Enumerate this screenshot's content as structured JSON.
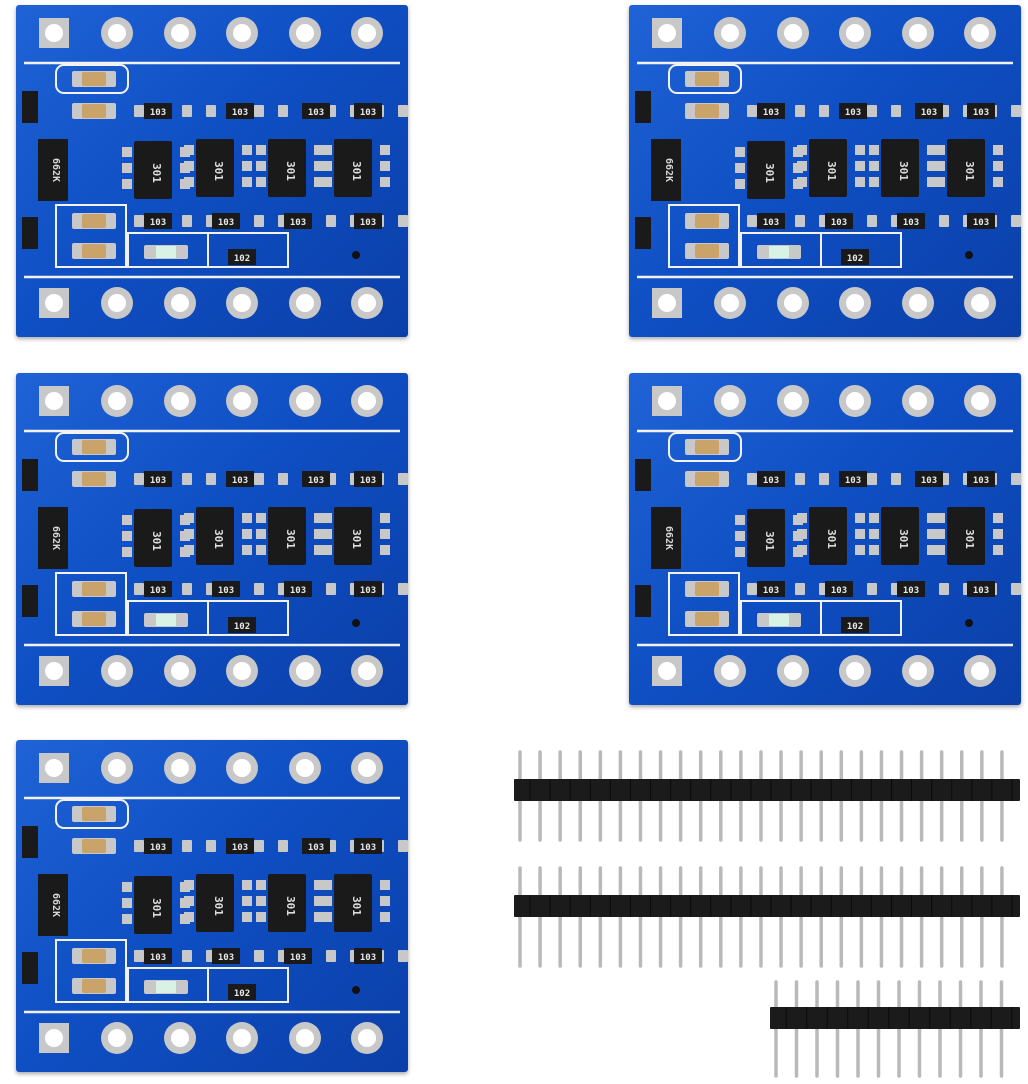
{
  "photo": {
    "subject": "logic level converter modules with pin headers",
    "board_count": 5,
    "header_strip_count": 3
  },
  "markings": {
    "transistor": "301",
    "regulator": "662K",
    "resistor_a": "103",
    "resistor_b": "102"
  },
  "colors": {
    "pcb_blue": "#1356d0",
    "pcb_dark": "#0b3fa8",
    "silk": "#f2f2f2",
    "pad": "#c8c8c8",
    "chip": "#1a1a1a",
    "header_plastic": "#1b1b1b",
    "header_pin": "#b9b9b9"
  },
  "header_strips": [
    {
      "pins": 25
    },
    {
      "pins": 25
    },
    {
      "pins": 12
    }
  ]
}
